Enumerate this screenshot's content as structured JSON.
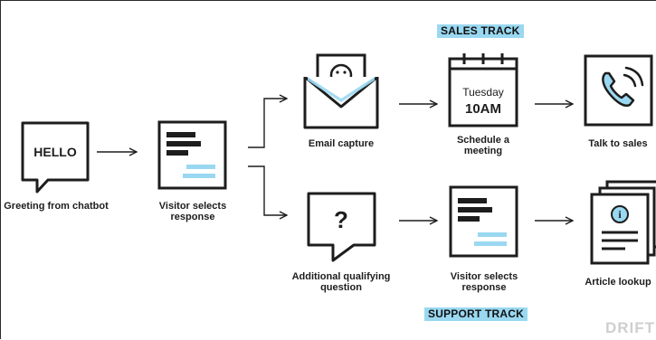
{
  "tracks": {
    "sales": "SALES TRACK",
    "support": "SUPPORT TRACK"
  },
  "nodes": {
    "greeting": {
      "icon_text": "HELLO",
      "label": "Greeting from chatbot"
    },
    "visitor_selects": {
      "label": "Visitor selects response"
    },
    "email_capture": {
      "label": "Email capture"
    },
    "schedule": {
      "calendar_day": "Tuesday",
      "calendar_time": "10AM",
      "label": "Schedule a meeting"
    },
    "talk_to_sales": {
      "label": "Talk to sales"
    },
    "additional_question": {
      "icon_text": "?",
      "label": "Additional qualifying question"
    },
    "visitor_selects_2": {
      "label": "Visitor selects response"
    },
    "article_lookup": {
      "icon_text": "i",
      "label": "Article lookup"
    }
  },
  "colors": {
    "stroke": "#1d1d1d",
    "accent_blue": "#9ad8f1",
    "light_blue": "#b5e3f6",
    "watermark": "#cfcfcf"
  },
  "icons": [
    "speech-bubble-icon",
    "chat-response-icon",
    "envelope-smiley-icon",
    "calendar-icon",
    "phone-icon",
    "question-bubble-icon",
    "article-stack-icon"
  ],
  "watermark": "DRIFT"
}
